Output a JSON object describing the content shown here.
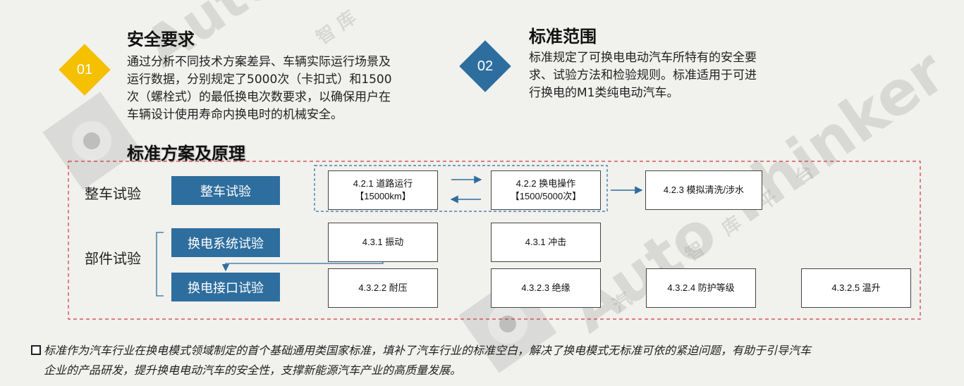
{
  "watermark": {
    "brand": "Auto Thinker",
    "cn": "汽 车 智 库 平 台",
    "cn_short": "智 库"
  },
  "section1": {
    "number": "01",
    "title": "安全要求",
    "lines": [
      "通过分析不同技术方案差异、车辆实际运行场景及",
      "运行数据，分别规定了5000次（卡扣式）和1500",
      "次（螺栓式）的最低换电次数要求，以确保用户在",
      "车辆设计使用寿命内换电时的机械安全。"
    ],
    "color": "#f5c000"
  },
  "section2": {
    "number": "02",
    "title": "标准范围",
    "lines": [
      "标准规定了可换电电动汽车所特有的安全要",
      "求、试验方法和检验规则。标准适用于可进",
      "行换电的M1类纯电动汽车。"
    ],
    "color": "#2e6e9e"
  },
  "scheme": {
    "title": "标准方案及原理",
    "vehicle_label": "整车试验",
    "component_label": "部件试验",
    "btn_vehicle": "整车试验",
    "btn_system": "换电系统试验",
    "btn_interface": "换电接口试验",
    "box_road": {
      "line1": "4.2.1 道路运行",
      "line2": "【15000km】"
    },
    "box_swap": {
      "line1": "4.2.2 换电操作",
      "line2": "【1500/5000次】"
    },
    "box_wash": "4.2.3 模拟清洗/涉水",
    "box_vibration": "4.3.1 振动",
    "box_impact": "4.3.1 冲击",
    "box_pressure": "4.3.2.2 耐压",
    "box_insulation": "4.3.2.3 绝缘",
    "box_protection": "4.3.2.4 防护等级",
    "box_temp": "4.3.2.5 温升"
  },
  "footer": {
    "line1": "标准作为汽车行业在换电模式领域制定的首个基础通用类国家标准，填补了汽车行业的标准空白，解决了换电模式无标准可依的紧迫问题，有助于引导汽车",
    "line2": "企业的产品研发，提升换电电动汽车的安全性，支撑新能源汽车产业的高质量发展。"
  },
  "colors": {
    "accent_yellow": "#f5c000",
    "accent_blue": "#2e6e9e",
    "dashed_red": "#d23a3a",
    "dashed_blue": "#2e6e9e"
  }
}
